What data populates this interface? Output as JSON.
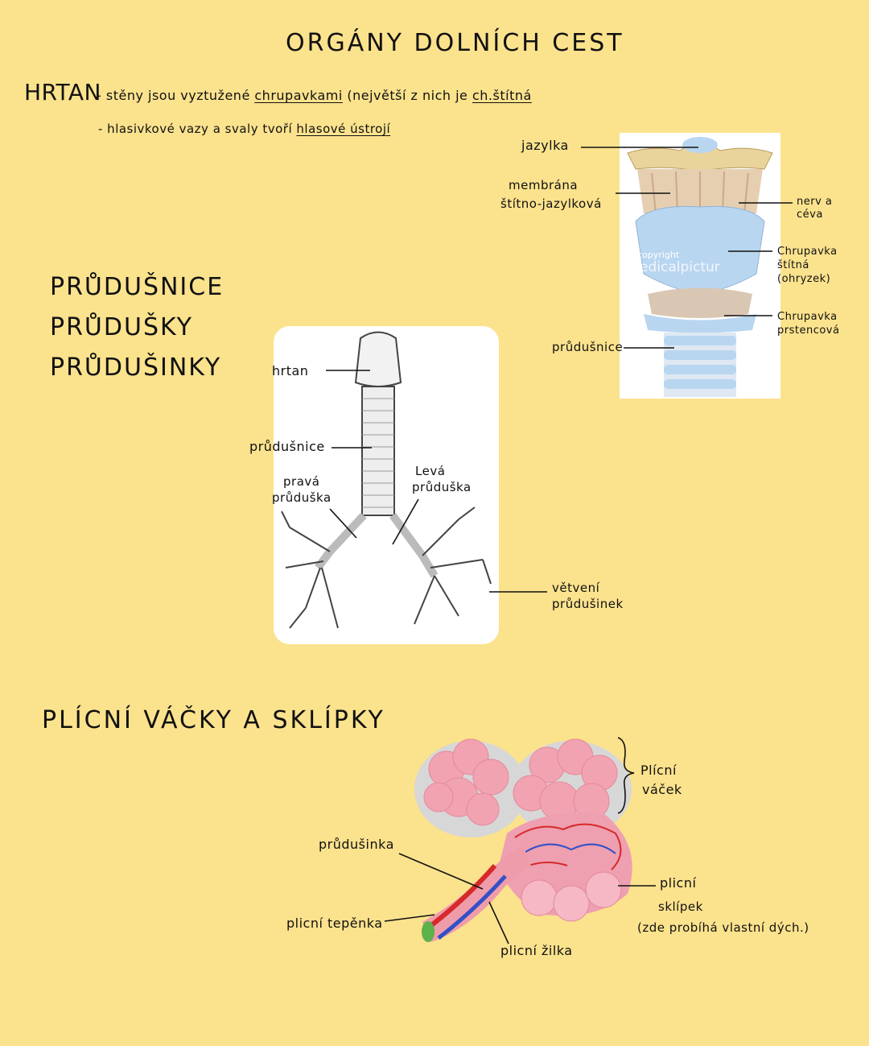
{
  "title": "ORGÁNY DOLNÍCH CEST",
  "hrtan": {
    "heading": "HRTAN",
    "line1_prefix": "- stěny jsou vyztužené",
    "line1_underlined": "chrupavkami",
    "line1_middle": "(největší z nich je",
    "line1_end": "ch.štítná",
    "line2_prefix": "- hlasivkové vazy a svaly tvoří",
    "line2_underlined": "hlasové ústrojí"
  },
  "larynx_labels": {
    "jazylka": "jazylka",
    "membrana_1": "membrána",
    "membrana_2": "štítno-jazylková",
    "nerv_1": "nerv a",
    "nerv_2": "céva",
    "chrupavka_stitna_1": "Chrupavka",
    "chrupavka_stitna_2": "štítná",
    "chrupavka_stitna_3": "(ohryzek)",
    "chrupavka_prstencova_1": "Chrupavka",
    "chrupavka_prstencova_2": "prstencová",
    "prudusnice": "průdušnice",
    "watermark_1": "copyright",
    "watermark_2": "edicalpictur"
  },
  "section2": {
    "heading_1": "PRŮDUŠNICE",
    "heading_2": "PRŮDUŠKY",
    "heading_3": "PRŮDUŠINKY",
    "hrtan": "hrtan",
    "prudusnice": "průdušnice",
    "prava_1": "pravá",
    "prava_2": "průduška",
    "leva_1": "Levá",
    "leva_2": "průduška",
    "vetveni_1": "větvení",
    "vetveni_2": "průdušinek"
  },
  "section3": {
    "heading": "PLÍCNÍ VÁČKY A SKLÍPKY",
    "plicni_vacek_1": "Plícní",
    "plicni_vacek_2": "váček",
    "prudusinka": "průdušinka",
    "plicni_sklipek_1": "plicní",
    "plicni_sklipek_2": "sklípek",
    "plicni_sklipek_3": "(zde probíhá vlastní dých.)",
    "plicni_tepenka": "plicní tepěnka",
    "plicni_zilka": "plicní žilka"
  },
  "colors": {
    "background": "#fbe28d",
    "cartilage": "#b9d6f0",
    "alveoli": "#f2a3b2",
    "artery": "#d62a2a",
    "vein": "#3350c8"
  }
}
